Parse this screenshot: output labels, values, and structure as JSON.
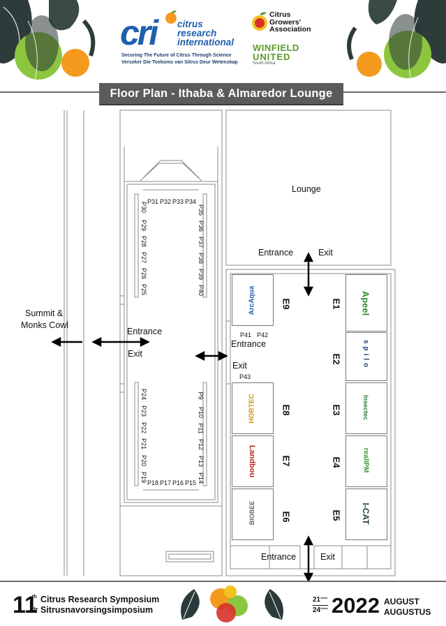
{
  "header": {
    "cri_logo_abbr": "cri",
    "cri_logo_line1": "citrus",
    "cri_logo_line2": "research",
    "cri_logo_line3": "international",
    "cri_tagline_en": "Securing The Future of Citrus Through Science",
    "cri_tagline_af": "Verseker Die Toekoms van Sitrus Deur Wetenskap",
    "cga_logo_line1": "Citrus",
    "cga_logo_line2": "Growers'",
    "cga_logo_line3": "Association",
    "winfield_line1": "WINFIELD",
    "winfield_line2": "UNITED",
    "winfield_line3": "South Africa",
    "title": "Floor Plan - Ithaba & Almaredor Lounge"
  },
  "plan": {
    "summit_line1": "Summit &",
    "summit_line2": "Monks Cowl",
    "left_entrance": "Entrance",
    "left_exit": "Exit",
    "lounge": "Lounge",
    "lounge_entrance": "Entrance",
    "lounge_exit": "Exit",
    "mid_entrance": "Entrance",
    "mid_exit": "Exit",
    "bottom_entrance": "Entrance",
    "bottom_exit": "Exit",
    "top_posters": [
      "P31",
      "P32",
      "P33",
      "P34"
    ],
    "left_upper_posters": [
      "P30",
      "P29",
      "P28",
      "P27",
      "P26",
      "P25"
    ],
    "right_upper_posters": [
      "P35",
      "P36",
      "P37",
      "P38",
      "P39",
      "P40"
    ],
    "left_lower_posters": [
      "P24",
      "P23",
      "P22",
      "P21",
      "P20",
      "P19"
    ],
    "right_lower_posters": [
      "P9",
      "P10",
      "P11",
      "P12",
      "P13",
      "P14"
    ],
    "bottom_posters": [
      "P18",
      "P17",
      "P16",
      "P15"
    ],
    "p41": "P41",
    "p42": "P42",
    "p43": "P43",
    "exhibitors_left": [
      {
        "code": "E9",
        "logo": "ArcAqua"
      },
      {
        "code": "E8",
        "logo": "HORTEC"
      },
      {
        "code": "E7",
        "logo": "Landbou"
      },
      {
        "code": "E6",
        "logo": "BIOBEE"
      }
    ],
    "exhibitors_right": [
      {
        "code": "E1",
        "logo": "Apeel"
      },
      {
        "code": "E2",
        "logo": "spilo"
      },
      {
        "code": "E3",
        "logo": "Insectec"
      },
      {
        "code": "E4",
        "logo": "realIPM"
      },
      {
        "code": "E5",
        "logo": "I-CAT"
      }
    ]
  },
  "footer": {
    "edition_number": "11",
    "edition_suffix_en": "th",
    "edition_suffix_af": "de",
    "title_en": "Citrus Research Symposium",
    "title_af": "Sitrusnavorsingsimposium",
    "date_start": "21",
    "date_start_suffix": "st/ste",
    "date_end": "24",
    "date_end_suffix": "th/ste",
    "year": "2022",
    "month_en": "AUGUST",
    "month_af": "AUGUSTUS"
  },
  "colors": {
    "title_bar": "#5b5b5b",
    "cri_blue": "#1f5fae",
    "winfield_green": "#5a9a2a",
    "orange": "#f39a1f",
    "green": "#8cc63f",
    "red": "#d8322b",
    "leaf_dark": "#2a3a3a"
  }
}
